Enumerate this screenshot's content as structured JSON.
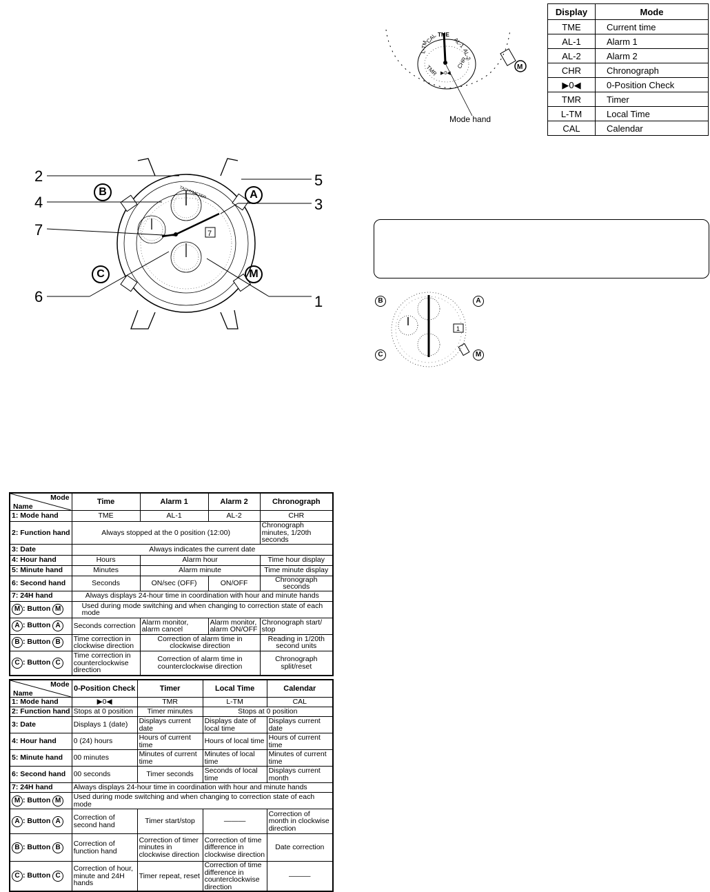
{
  "mode_dial": {
    "labels": [
      "TME",
      "AL-1",
      "AL-2",
      "CHR",
      "▶0◀",
      "TMR",
      "L-TM",
      "CAL"
    ],
    "caption": "Mode hand",
    "m_button": "M"
  },
  "mode_table": {
    "headers": [
      "Display",
      "Mode"
    ],
    "rows": [
      [
        "TME",
        "Current time"
      ],
      [
        "AL-1",
        "Alarm 1"
      ],
      [
        "AL-2",
        "Alarm 2"
      ],
      [
        "CHR",
        "Chronograph"
      ],
      [
        "▶0◀",
        "0-Position Check"
      ],
      [
        "TMR",
        "Timer"
      ],
      [
        "L-TM",
        "Local Time"
      ],
      [
        "CAL",
        "Calendar"
      ]
    ]
  },
  "watch": {
    "callouts": [
      "2",
      "4",
      "7",
      "6",
      "5",
      "3",
      "1"
    ],
    "buttons": [
      "A",
      "B",
      "C",
      "M"
    ],
    "bezel_label": "TACHYMETER",
    "date": "7"
  },
  "small_watch": {
    "buttons": [
      "B",
      "A",
      "C",
      "M"
    ],
    "date": "1"
  },
  "table1": {
    "header_mode": "Mode",
    "header_name": "Name",
    "columns": [
      "Time",
      "Alarm 1",
      "Alarm 2",
      "Chronograph"
    ],
    "mode_hand": {
      "label": "1: Mode hand",
      "values": [
        "TME",
        "AL-1",
        "AL-2",
        "CHR"
      ]
    },
    "function_hand": {
      "label": "2: Function hand",
      "merged": "Always stopped at the 0 position (12:00)",
      "chrono": "Chronograph minutes, 1/20th seconds"
    },
    "date": {
      "label": "3: Date",
      "merged": "Always indicates the current date"
    },
    "hour_hand": {
      "label": "4: Hour hand",
      "time": "Hours",
      "alarm": "Alarm hour",
      "chrono": "Time hour display"
    },
    "minute_hand": {
      "label": "5: Minute hand",
      "time": "Minutes",
      "alarm": "Alarm minute",
      "chrono": "Time minute display"
    },
    "second_hand": {
      "label": "6: Second hand",
      "values": [
        "Seconds",
        "ON/sec (OFF)",
        "ON/OFF",
        "Chronograph seconds"
      ]
    },
    "h24_hand": {
      "label": "7: 24H hand",
      "merged": "Always displays 24-hour time in coordination with hour and minute hands"
    },
    "button_m": {
      "prefix": "M",
      "label": ": Button",
      "merged": "Used during mode switching and when changing to correction state of each mode"
    },
    "button_a": {
      "prefix": "A",
      "label": ": Button",
      "values": [
        "Seconds correction",
        "Alarm monitor, alarm cancel",
        "Alarm monitor, alarm ON/OFF",
        "Chronograph start/ stop"
      ]
    },
    "button_b": {
      "prefix": "B",
      "label": ": Button",
      "time": "Time correction in clockwise direction",
      "alarm": "Correction of alarm time in clockwise direction",
      "chrono": "Reading in 1/20th second units"
    },
    "button_c": {
      "prefix": "C",
      "label": ": Button",
      "time": "Time correction in counterclockwise direction",
      "alarm": "Correction of alarm time in counterclockwise direction",
      "chrono": "Chronograph split/reset"
    }
  },
  "table2": {
    "header_mode": "Mode",
    "header_name": "Name",
    "columns": [
      "0-Position Check",
      "Timer",
      "Local Time",
      "Calendar"
    ],
    "mode_hand": {
      "label": "1: Mode hand",
      "values": [
        "▶0◀",
        "TMR",
        "L-TM",
        "CAL"
      ]
    },
    "function_hand": {
      "label": "2: Function hand",
      "zero": "Stops at 0 position",
      "timer": "Timer minutes",
      "merged": "Stops at 0 position"
    },
    "date": {
      "label": "3: Date",
      "values": [
        "Displays 1 (date)",
        "Displays current date",
        "Displays date of local time",
        "Displays current date"
      ]
    },
    "hour_hand": {
      "label": "4: Hour hand",
      "values": [
        "0 (24) hours",
        "Hours of current time",
        "Hours of local time",
        "Hours of current time"
      ]
    },
    "minute_hand": {
      "label": "5: Minute hand",
      "values": [
        "00 minutes",
        "Minutes of current time",
        "Minutes of local time",
        "Minutes of current time"
      ]
    },
    "second_hand": {
      "label": "6: Second hand",
      "values": [
        "00 seconds",
        "Timer seconds",
        "Seconds of local time",
        "Displays current month"
      ]
    },
    "h24_hand": {
      "label": "7: 24H hand",
      "merged": "Always displays 24-hour time in coordination with hour and minute hands"
    },
    "button_m": {
      "prefix": "M",
      "label": ": Button",
      "merged": "Used during mode switching and when changing to correction state of each mode"
    },
    "button_a": {
      "prefix": "A",
      "label": ": Button",
      "values": [
        "Correction of second hand",
        "Timer start/stop",
        "———",
        "Correction of month in clockwise direction"
      ]
    },
    "button_b": {
      "prefix": "B",
      "label": ": Button",
      "values": [
        "Correction of function hand",
        "Correction of timer minutes in clockwise direction",
        "Correction of time difference in clockwise direction",
        "Date correction"
      ]
    },
    "button_c": {
      "prefix": "C",
      "label": ": Button",
      "values": [
        "Correction of hour, minute and 24H hands",
        "Timer repeat, reset",
        "Correction of time difference in counterclockwise direction",
        "———"
      ]
    }
  }
}
